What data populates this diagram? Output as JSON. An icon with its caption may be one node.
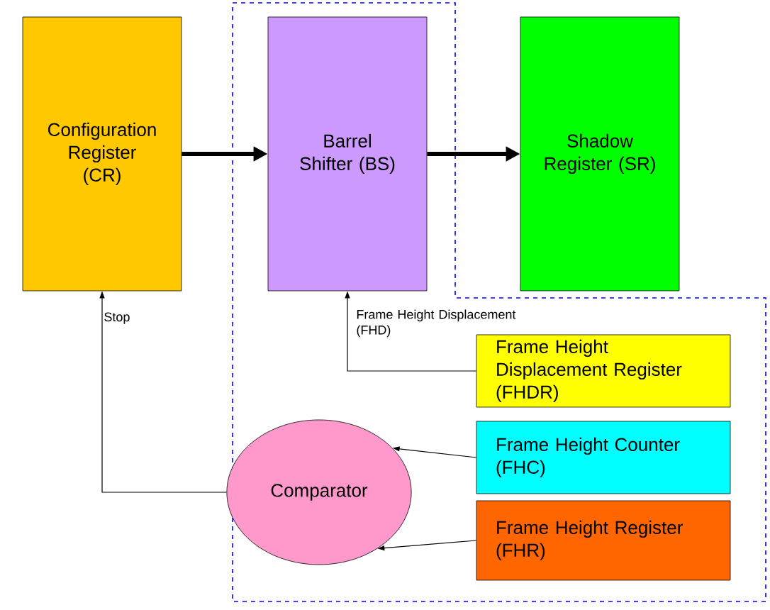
{
  "diagram": {
    "nodes": [
      {
        "text": [
          "Configuration Register (CR)"
        ]
      },
      {
        "text": [
          "Barrel Shifter (BS)"
        ]
      },
      {
        "text": [
          "Shadow Register (SR)"
        ]
      },
      {
        "text": [
          "Frame Height Displacement Register (FHDR)"
        ]
      },
      {
        "text": [
          "Frame Height Counter (FHC)"
        ]
      },
      {
        "text": [
          "Frame Height Register (FHR)"
        ]
      },
      {
        "text": [
          "Comparator"
        ]
      }
    ],
    "edges": [
      {
        "from": 0,
        "to": 1,
        "arrow": "to",
        "style": "thick"
      },
      {
        "from": 1,
        "to": 2,
        "arrow": "to",
        "style": "thick"
      },
      {
        "from": 3,
        "to": 1,
        "arrow": "to",
        "label": "Frame Height Displacement (FHD)"
      },
      {
        "from": 4,
        "to": 6,
        "arrow": "to"
      },
      {
        "from": 5,
        "to": 6,
        "arrow": "to"
      },
      {
        "from": 6,
        "to": 0,
        "arrow": "to",
        "label": "Stop"
      }
    ]
  }
}
